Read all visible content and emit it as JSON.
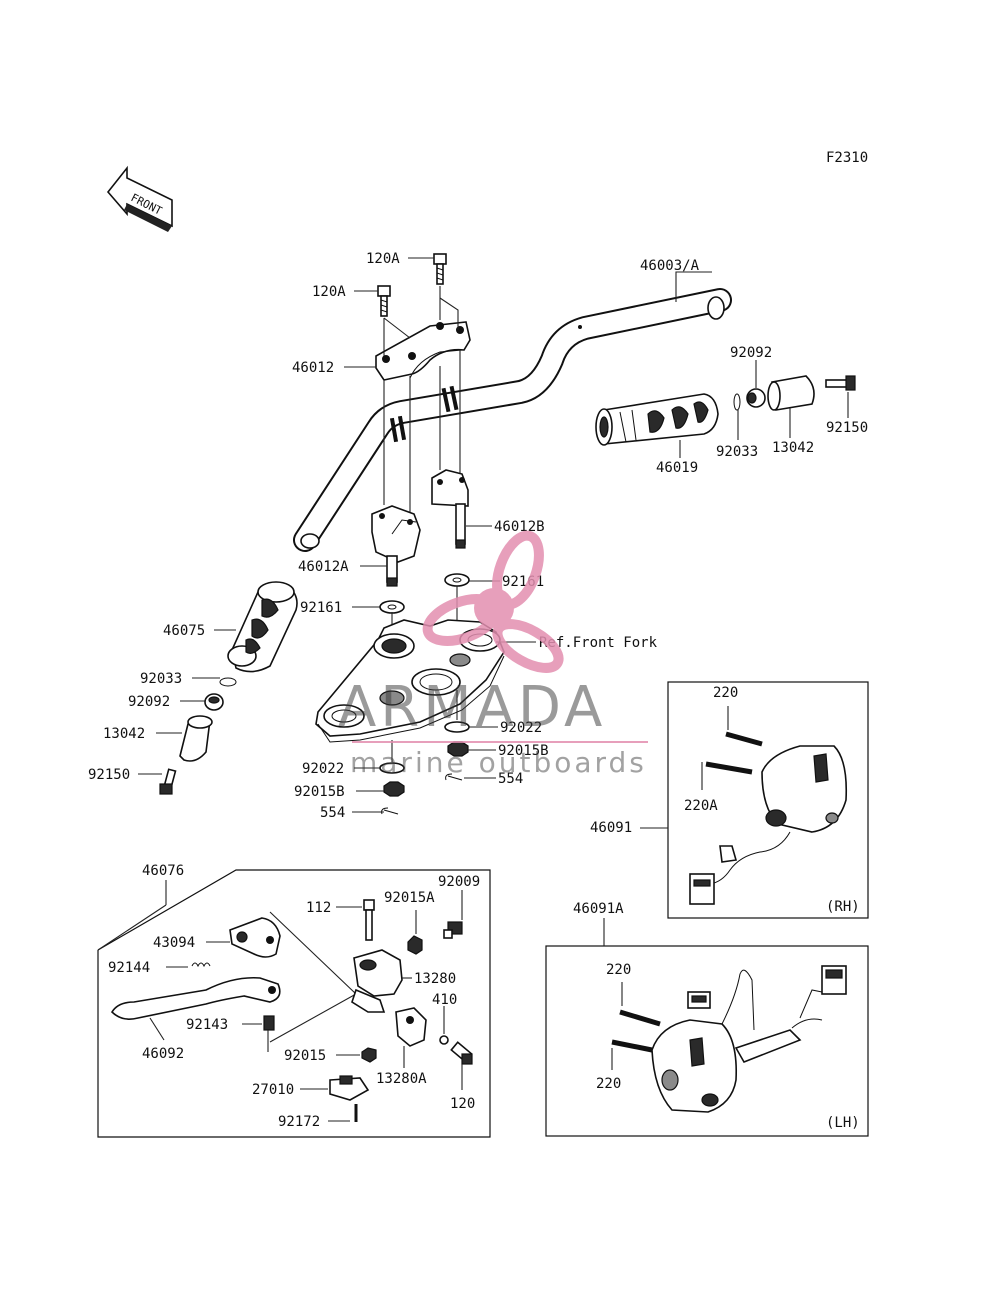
{
  "figure_code": "F2310",
  "front_arrow": "FRONT",
  "labels": {
    "p46003A": "46003/A",
    "p120A_1": "120A",
    "p120A_2": "120A",
    "p46012": "46012",
    "p92092_r": "92092",
    "p92033_r": "92033",
    "p13042_r": "13042",
    "p92150_r": "92150",
    "p46019": "46019",
    "p46012B": "46012B",
    "p46012A": "46012A",
    "p92161_r": "92161",
    "p92161_l": "92161",
    "p46075": "46075",
    "ref_front_fork": "Ref.Front Fork",
    "p92033_l": "92033",
    "p92092_l": "92092",
    "p13042_l": "13042",
    "p92022_r": "92022",
    "p92015B_r": "92015B",
    "p92022_l": "92022",
    "p92150_l": "92150",
    "p554_r": "554",
    "p92015B_l": "92015B",
    "p554_l": "554",
    "p220_rh": "220",
    "p220A": "220A",
    "p46091": "46091",
    "rh": "(RH)",
    "p46076": "46076",
    "p112": "112",
    "p92015A": "92015A",
    "p92009": "92009",
    "p43094": "43094",
    "p13280": "13280",
    "p92144": "92144",
    "p410": "410",
    "p92143": "92143",
    "p46092": "46092",
    "p92015": "92015",
    "p13280A": "13280A",
    "p120": "120",
    "p27010": "27010",
    "p92172": "92172",
    "p46091A": "46091A",
    "p220_lh1": "220",
    "p220_lh2": "220",
    "lh": "(LH)"
  },
  "watermark": {
    "brand": "ARMADA",
    "tagline": "marine outboards",
    "accent_color": "#e38fb0"
  }
}
